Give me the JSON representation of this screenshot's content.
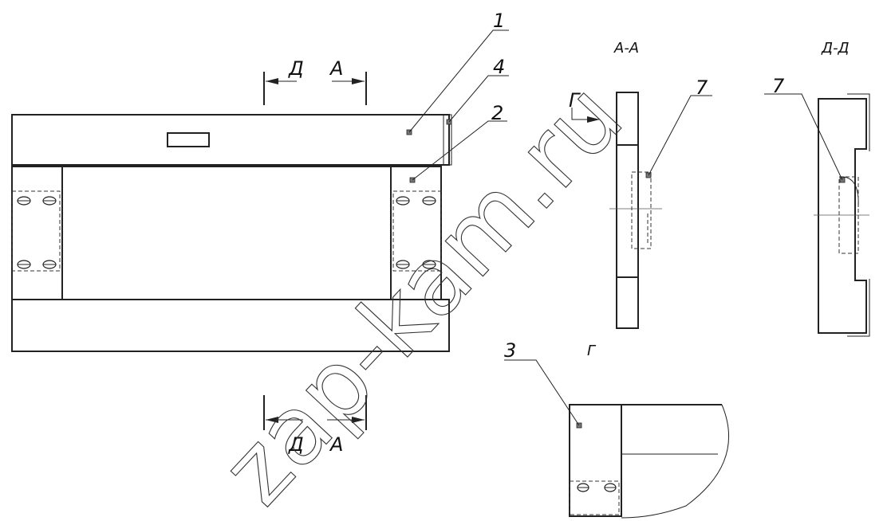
{
  "callouts": {
    "c1": "1",
    "c2": "2",
    "c3": "3",
    "c4": "4",
    "c7a": "7",
    "c7b": "7"
  },
  "section_marks": {
    "d_top": "Д",
    "a_top": "А",
    "d_bottom": "Д",
    "a_bottom": "А"
  },
  "view_titles": {
    "aa": "А-А",
    "dd": "Д-Д",
    "g_arrow": "Г",
    "g_view": "Г"
  },
  "watermark": "zap-kam.ru",
  "colors": {
    "line": "#222222",
    "background": "#ffffff"
  }
}
